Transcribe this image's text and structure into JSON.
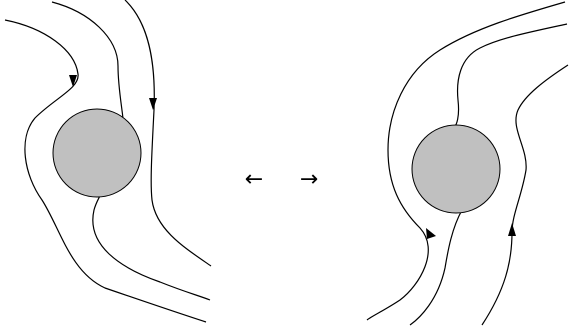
{
  "diagram": {
    "center_arrows": {
      "left": "←",
      "right": "→"
    },
    "colors": {
      "line": "#000000",
      "disk_fill": "#c0c0c0",
      "background": "#ffffff"
    },
    "panels": [
      {
        "name": "left-panel",
        "obstacle": "circle",
        "flow_lines": 3,
        "arrow_direction": "down"
      },
      {
        "name": "right-panel",
        "obstacle": "circle",
        "flow_lines": 3,
        "arrow_direction": "up"
      }
    ]
  }
}
